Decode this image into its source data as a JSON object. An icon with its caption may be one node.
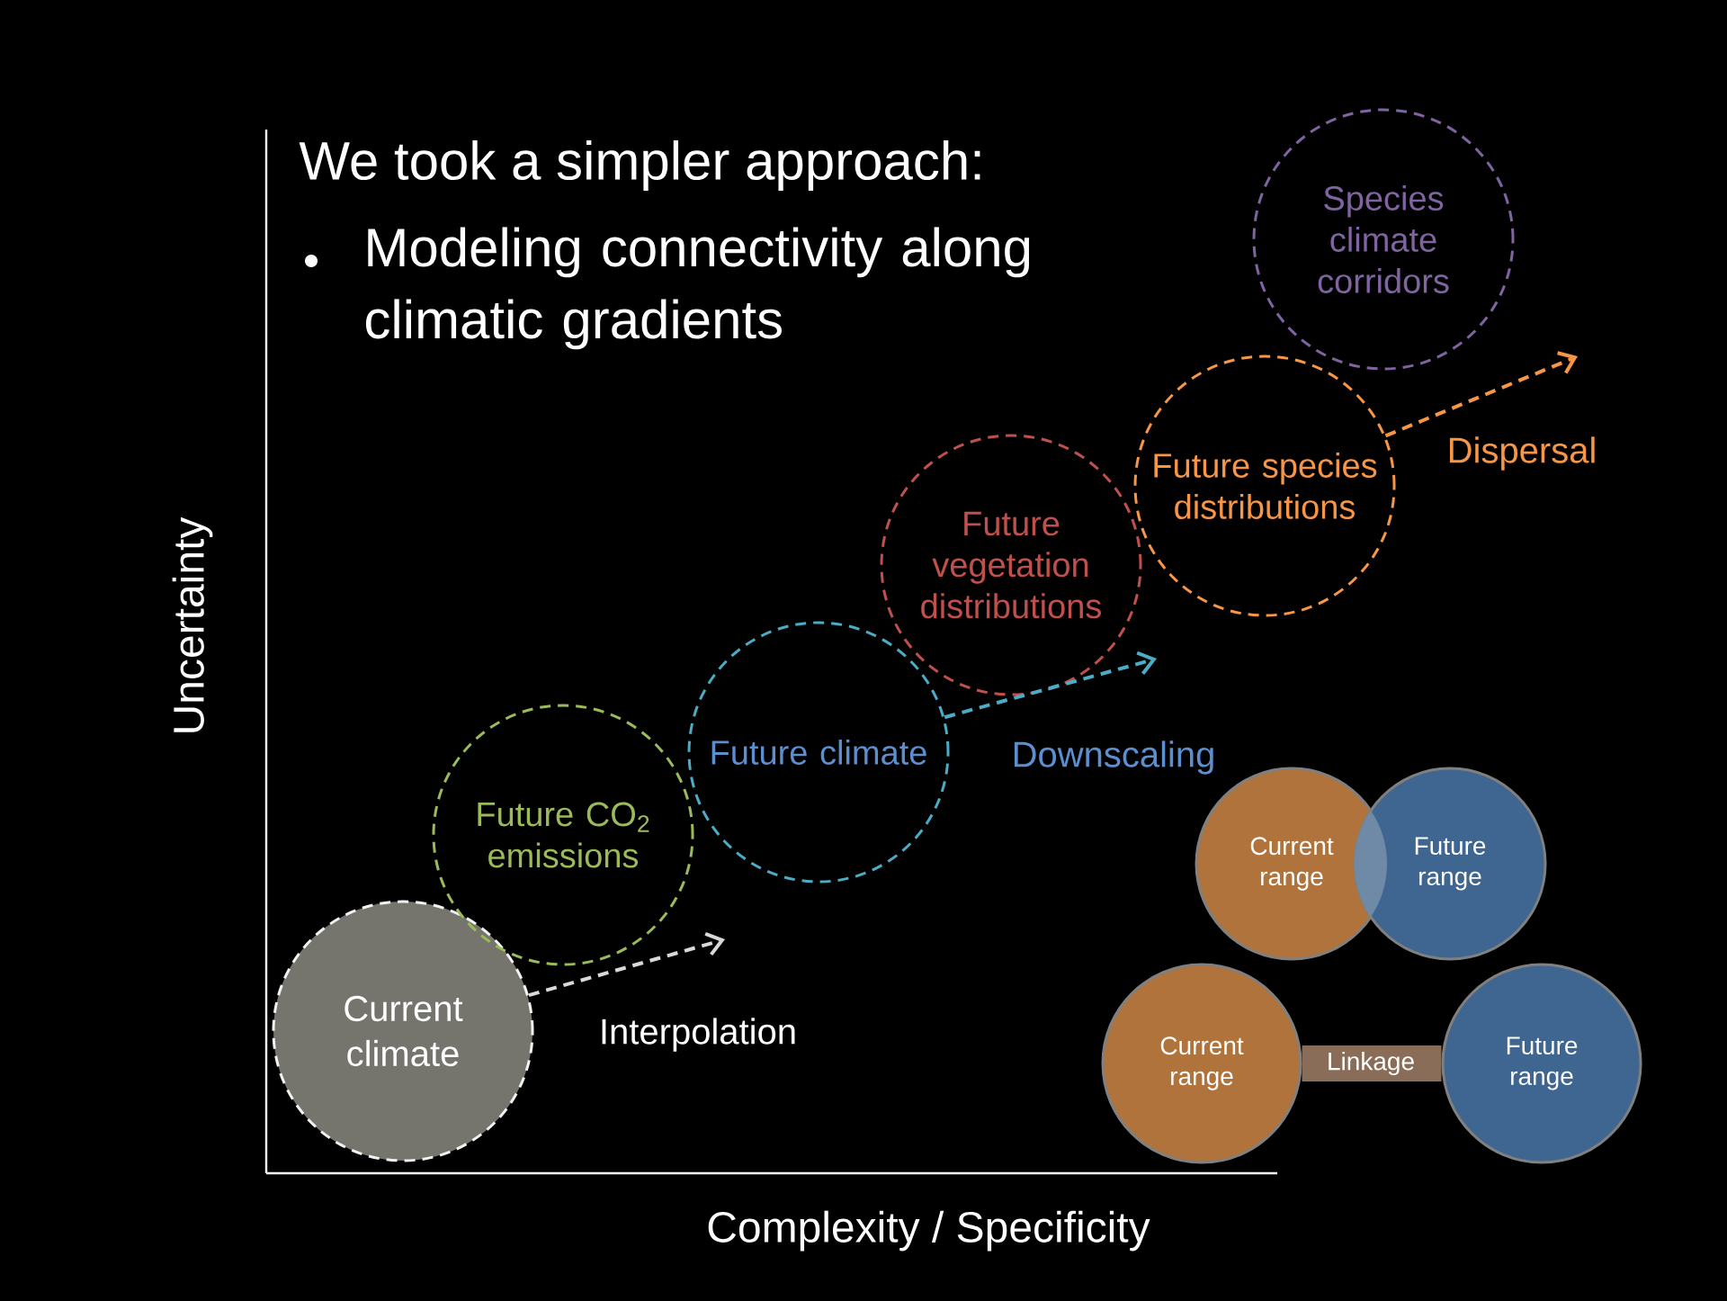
{
  "diagram": {
    "title": "We took a simpler approach:",
    "nodes": [
      {
        "text": [
          "Current climate"
        ]
      },
      {
        "text": [
          "Future CO$_{2}$ emissions"
        ]
      },
      {
        "text": [
          "Future climate"
        ]
      },
      {
        "text": [
          "Future vegetation distributions"
        ]
      },
      {
        "text": [
          "Future species distributions"
        ]
      },
      {
        "text": [
          "Species climate corridors"
        ]
      },
      {
        "text": [
          "Current range"
        ]
      },
      {
        "text": [
          "Future range"
        ]
      },
      {
        "text": [
          "Current range"
        ]
      },
      {
        "text": [
          "Future range"
        ]
      }
    ],
    "edges": [
      {
        "from": 0,
        "to": null,
        "arrow": "to",
        "label": "Interpolation",
        "style": "dashed",
        "color": "#d9d9d9"
      },
      {
        "from": 2,
        "to": null,
        "arrow": "to",
        "label": "Downscaling",
        "style": "dashed",
        "color": "#4bacc6"
      },
      {
        "from": 4,
        "to": null,
        "arrow": "to",
        "label": "Dispersal",
        "style": "dashed",
        "color": "#f79646"
      },
      {
        "from": 8,
        "to": 9,
        "arrow": "none",
        "label": "Linkage",
        "style": "thick",
        "color": "#8a6d58"
      }
    ],
    "labels": [
      "Modeling connectivity along climatic gradients",
      "Uncertainty",
      "Complexity / Specificity"
    ]
  }
}
